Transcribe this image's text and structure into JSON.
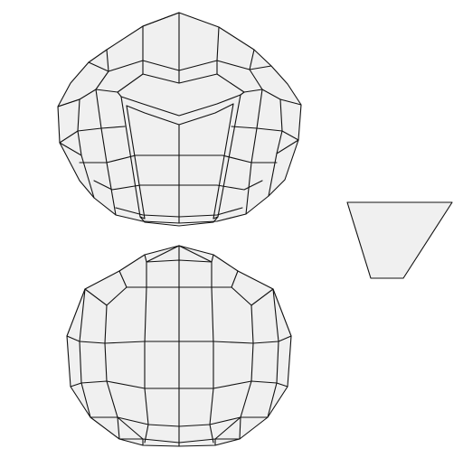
{
  "colors": {
    "background": "#ffffff",
    "face_fill": "#f0f0f0",
    "edge_stroke": "#111111"
  },
  "shapes": [
    {
      "id": "polyhedron-top-view",
      "kind": "faceted-sphere-with-cutout"
    },
    {
      "id": "polyhedron-bottom-view",
      "kind": "faceted-sphere"
    },
    {
      "id": "trapezoid-cross-section",
      "kind": "inverted-trapezoid"
    }
  ]
}
